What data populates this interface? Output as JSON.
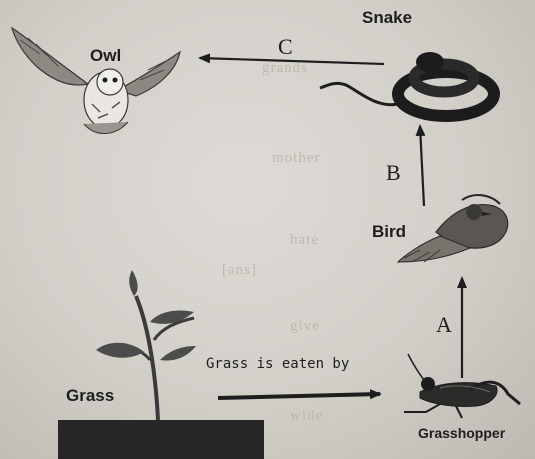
{
  "organisms": {
    "owl": "Owl",
    "snake": "Snake",
    "bird": "Bird",
    "grass": "Grass",
    "grasshopper": "Grasshopper"
  },
  "arrows": {
    "a": "A",
    "b": "B",
    "c": "C",
    "grass_caption": "Grass is eaten by"
  },
  "bleed_through": {
    "line1": "grands",
    "line2": "mother",
    "line3": "hate",
    "line4": "[ans]",
    "line5": "give",
    "line6": "wide"
  }
}
